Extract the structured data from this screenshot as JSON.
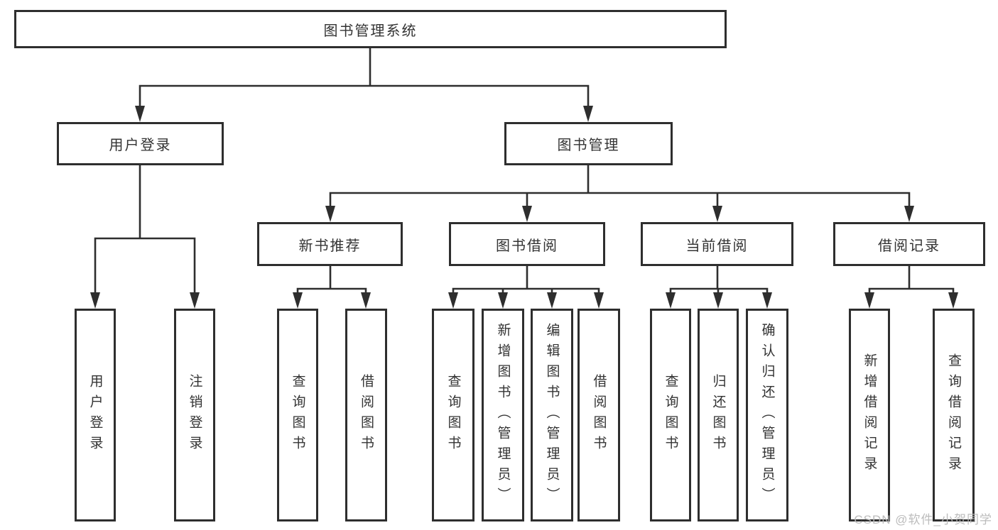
{
  "tree": {
    "label": "图书管理系统",
    "children": [
      {
        "label": "用户登录",
        "children": [
          {
            "label": "用户登录"
          },
          {
            "label": "注销登录"
          }
        ]
      },
      {
        "label": "图书管理",
        "children": [
          {
            "label": "新书推荐",
            "children": [
              {
                "label": "查询图书"
              },
              {
                "label": "借阅图书"
              }
            ]
          },
          {
            "label": "图书借阅",
            "children": [
              {
                "label": "查询图书"
              },
              {
                "label": "新增图书（管理员）"
              },
              {
                "label": "编辑图书（管理员）"
              },
              {
                "label": "借阅图书"
              }
            ]
          },
          {
            "label": "当前借阅",
            "children": [
              {
                "label": "查询图书"
              },
              {
                "label": "归还图书"
              },
              {
                "label": "确认归还（管理员）"
              }
            ]
          },
          {
            "label": "借阅记录",
            "children": [
              {
                "label": "新增借阅记录"
              },
              {
                "label": "查询借阅记录"
              }
            ]
          }
        ]
      }
    ]
  },
  "watermark": "CSDN @软件_小贺同学",
  "colors": {
    "line": "#2e2e2e",
    "box_border": "#2e2e2e",
    "box_background": "#ffffff",
    "text": "#333333",
    "watermark": "#b8b8b8",
    "canvas_background": "#ffffff"
  }
}
